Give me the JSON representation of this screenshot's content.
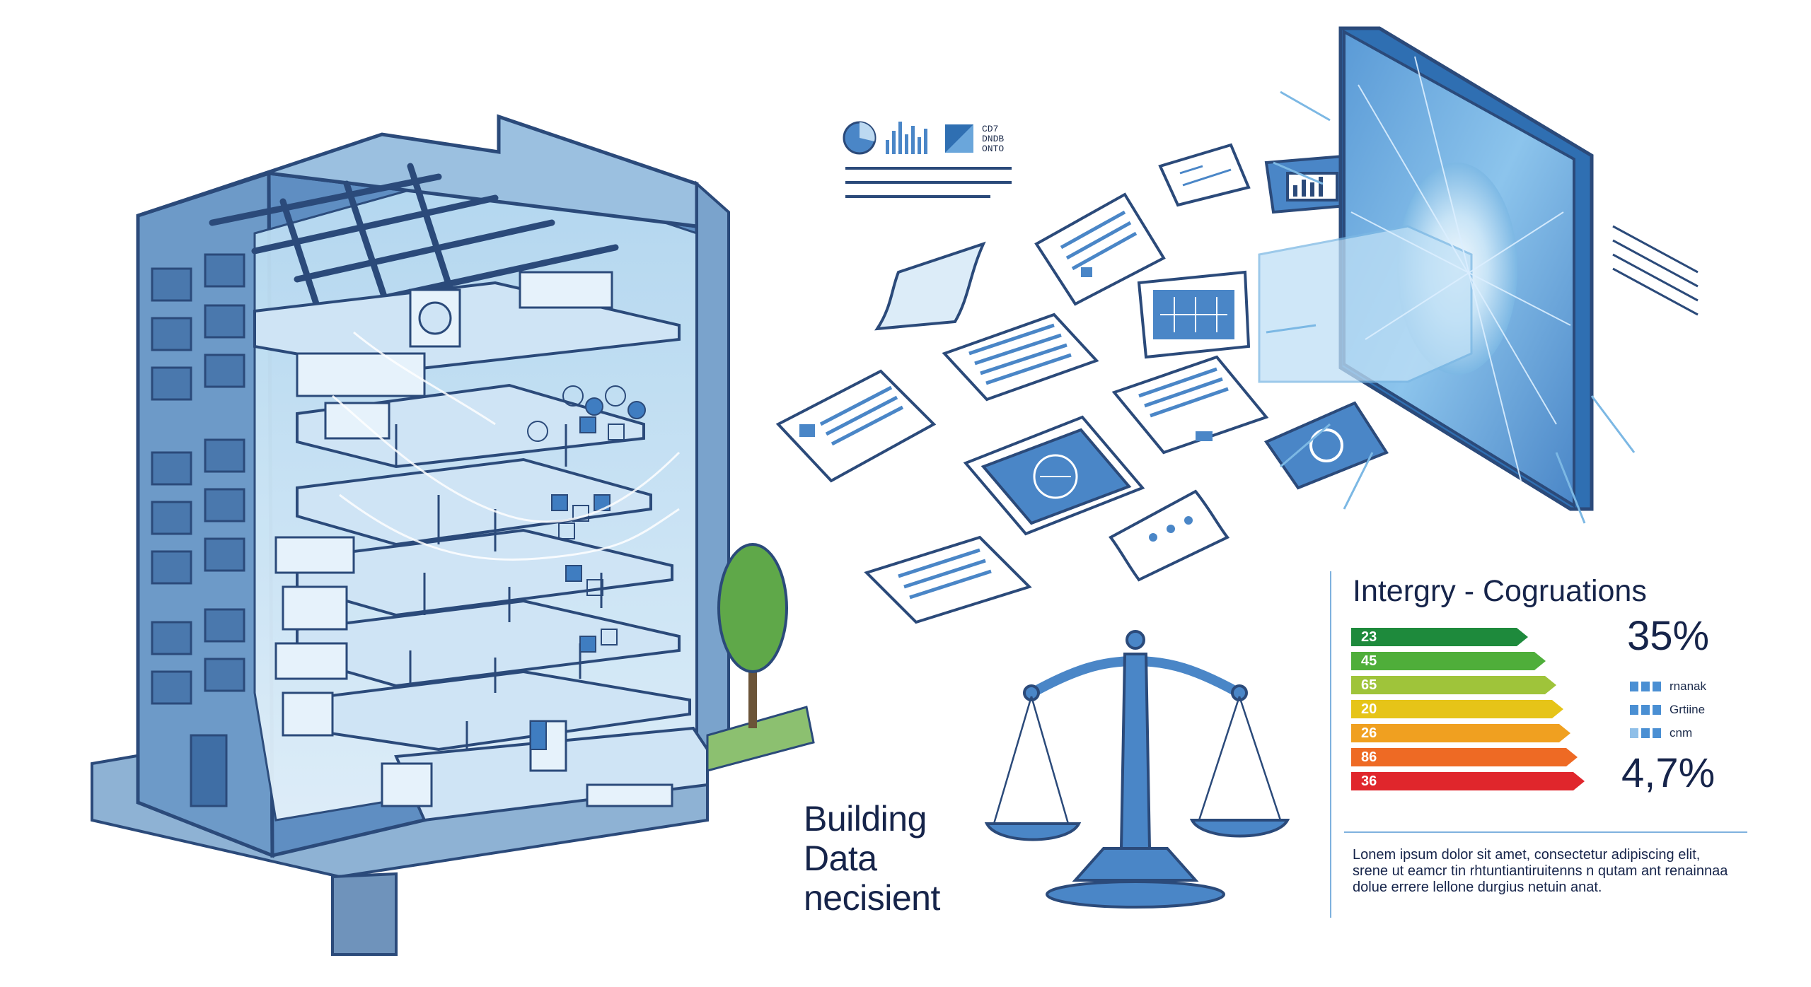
{
  "headline": [
    "Building",
    "Data",
    "necisient"
  ],
  "energy_panel": {
    "title": "Intergry - Cogruations",
    "bands": [
      {
        "label": "23",
        "color": "#1e8a3c"
      },
      {
        "label": "45",
        "color": "#4fae3a"
      },
      {
        "label": "65",
        "color": "#9fc43a"
      },
      {
        "label": "20",
        "color": "#e6c418"
      },
      {
        "label": "26",
        "color": "#f0a020"
      },
      {
        "label": "86",
        "color": "#ee6a24"
      },
      {
        "label": "36",
        "color": "#e0262c"
      }
    ],
    "value_top": "35%",
    "value_bottom": "4,7%",
    "legend": [
      {
        "label": "rnanak",
        "squares": 3
      },
      {
        "label": "Grtiine",
        "squares": 3
      },
      {
        "label": "cnm",
        "squares": 3
      }
    ],
    "body_text": "Lonem ipsum dolor sit amet, consectetur adipiscing elit, srene ut eamcr tin rhtuntiantiruitenns n qutam ant renainnaa dolue errere lellone durgius netuin anat."
  },
  "doc_snippet": [
    "CD7",
    "DNDB",
    "ONTO"
  ],
  "colors": {
    "line": "#2b4a7a",
    "blue_main": "#4a86c7",
    "blue_light": "#cfe4f5",
    "blue_glass": "#a9d3ee",
    "tree": "#5fa849",
    "ground": "#8cc070"
  }
}
